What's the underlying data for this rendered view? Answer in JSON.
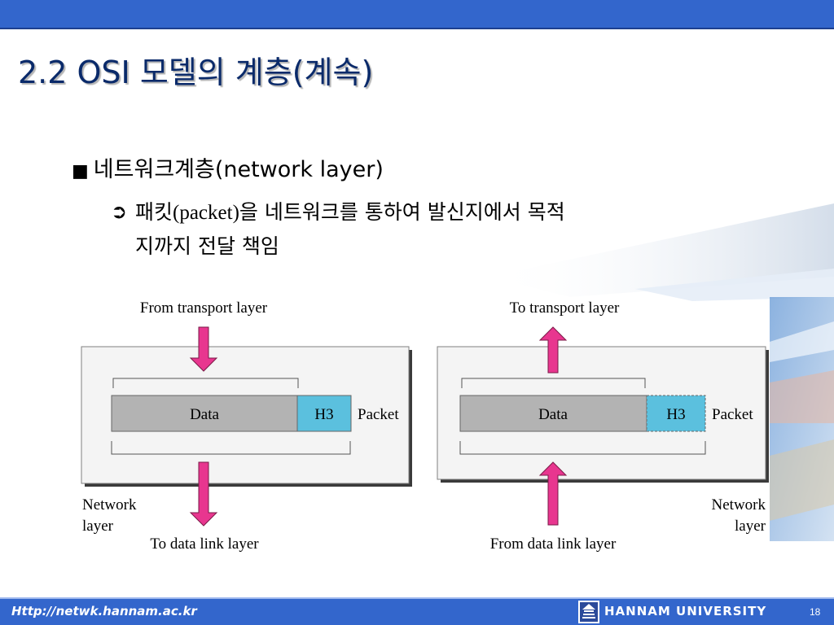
{
  "slide": {
    "title": "2.2 OSI 모델의 계층(계속)",
    "bullet1": {
      "marker": "■",
      "text": "네트워크계층(network layer)"
    },
    "bullet2": {
      "marker": "➲",
      "prefix": "패킷",
      "packet_term": "(packet)",
      "suffix": "을 네트워크를 통하여 발신지에서 목적",
      "line2": "지까지 전달 책임"
    }
  },
  "diagram": {
    "left": {
      "top_label": "From transport layer",
      "bottom_label": "To data link layer",
      "data_label": "Data",
      "header_label": "H3",
      "packet_label": "Packet",
      "layer_line1": "Network",
      "layer_line2": "layer"
    },
    "right": {
      "top_label": "To transport layer",
      "bottom_label": "From data link layer",
      "data_label": "Data",
      "header_label": "H3",
      "packet_label": "Packet",
      "layer_line1": "Network",
      "layer_line2": "layer"
    },
    "colors": {
      "arrow": "#e8368f",
      "data_box": "#b3b3b3",
      "header_box": "#5bc0de"
    }
  },
  "footer": {
    "url": "Http://netwk.hannam.ac.kr",
    "university": "HANNAM  UNIVERSITY",
    "page": "18"
  }
}
